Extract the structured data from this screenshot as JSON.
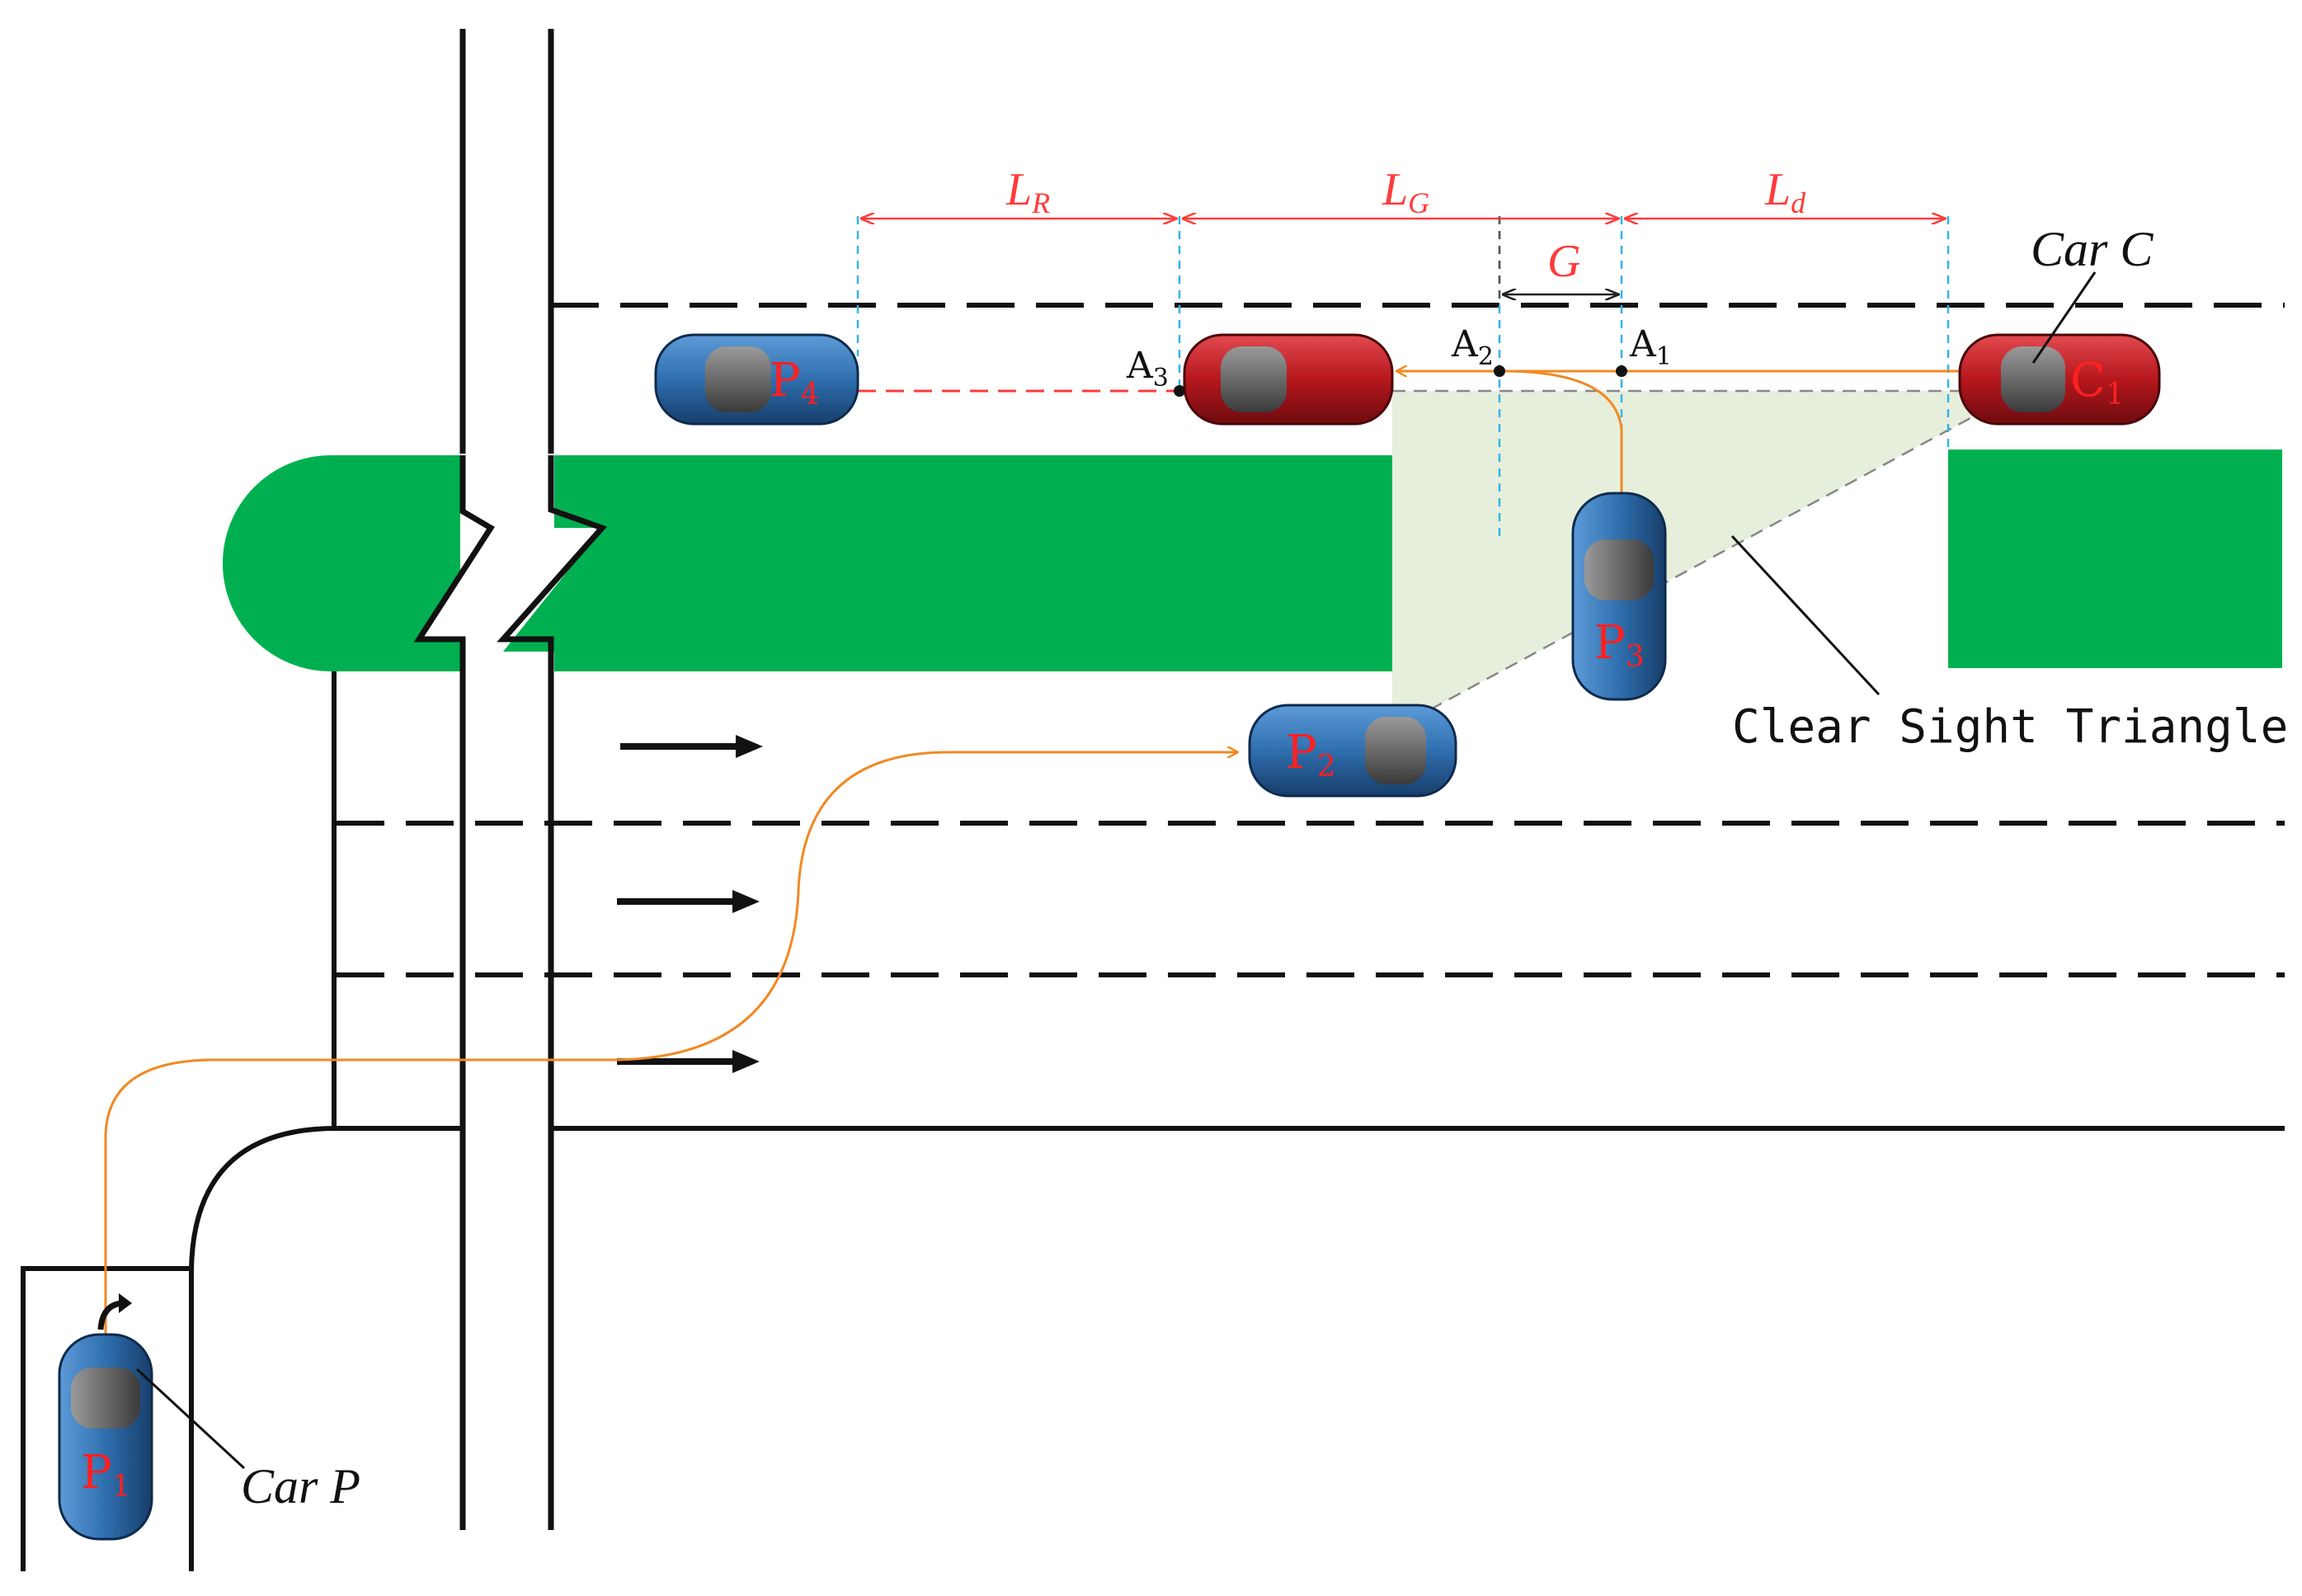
{
  "labels": {
    "car_c": "Car C",
    "car_p": "Car P",
    "clear_sight_triangle": "Clear Sight Triangle",
    "dim_lr": "L",
    "dim_lr_sub": "R",
    "dim_lg": "L",
    "dim_lg_sub": "G",
    "dim_ld": "L",
    "dim_ld_sub": "d",
    "dim_g": "G",
    "point_a1": "A",
    "point_a1_sub": "1",
    "point_a2": "A",
    "point_a2_sub": "2",
    "point_a3": "A",
    "point_a3_sub": "3"
  },
  "cars": {
    "p1": {
      "letter": "P",
      "sub": "1"
    },
    "p2": {
      "letter": "P",
      "sub": "2"
    },
    "p3": {
      "letter": "P",
      "sub": "3"
    },
    "p4": {
      "letter": "P",
      "sub": "4"
    },
    "c1": {
      "letter": "C",
      "sub": "1"
    },
    "red_mid": {
      "letter": "",
      "sub": ""
    }
  },
  "colors": {
    "median_green": "#00b050",
    "triangle_fill": "#e6efdc",
    "path_orange": "#f08a24",
    "dim_red": "#ff3b3b",
    "guide_cyan": "#33b5e5",
    "car_blue": "#2f6fae",
    "car_red": "#c01c22"
  }
}
